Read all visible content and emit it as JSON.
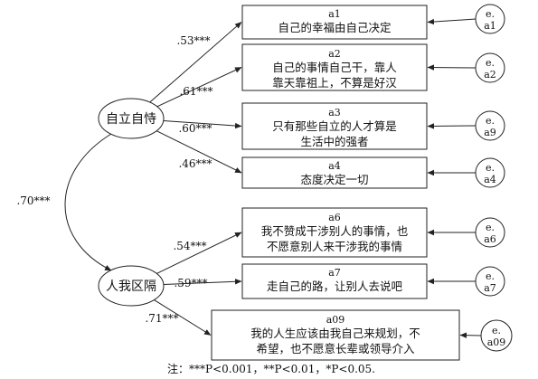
{
  "latents": {
    "ziliziqing": {
      "label": "自立自恃"
    },
    "renwoqughe": {
      "label": "人我区隔"
    }
  },
  "correlation": ".70***",
  "items": [
    {
      "id": "a1",
      "lines": [
        "自己的幸福由自己决定"
      ],
      "loading": ".53***",
      "error": [
        "e.",
        "a1"
      ]
    },
    {
      "id": "a2",
      "lines": [
        "自己的事情自己干，靠人",
        "靠天靠祖上，不算是好汉"
      ],
      "loading": ".61***",
      "error": [
        "e.",
        "a2"
      ]
    },
    {
      "id": "a3",
      "lines": [
        "只有那些自立的人才算是",
        "生活中的强者"
      ],
      "loading": ".60***",
      "error": [
        "e.",
        "a9"
      ]
    },
    {
      "id": "a4",
      "lines": [
        "态度决定一切"
      ],
      "loading": ".46***",
      "error": [
        "e.",
        "a4"
      ]
    },
    {
      "id": "a6",
      "lines": [
        "我不赞成干涉别人的事情，也",
        "不愿意别人来干涉我的事情"
      ],
      "loading": ".54***",
      "error": [
        "e.",
        "a6"
      ]
    },
    {
      "id": "a7",
      "lines": [
        "走自己的路，让别人去说吧"
      ],
      "loading": ".59***",
      "error": [
        "e.",
        "a7"
      ]
    },
    {
      "id": "a09",
      "lines": [
        "我的人生应该由我自己来规划，不",
        "希望，也不愿意长辈或领导介入"
      ],
      "loading": ".71***",
      "error": [
        "e.",
        "a09"
      ]
    }
  ],
  "note": "注：***P<0.001，**P<0.01，*P<0.05."
}
